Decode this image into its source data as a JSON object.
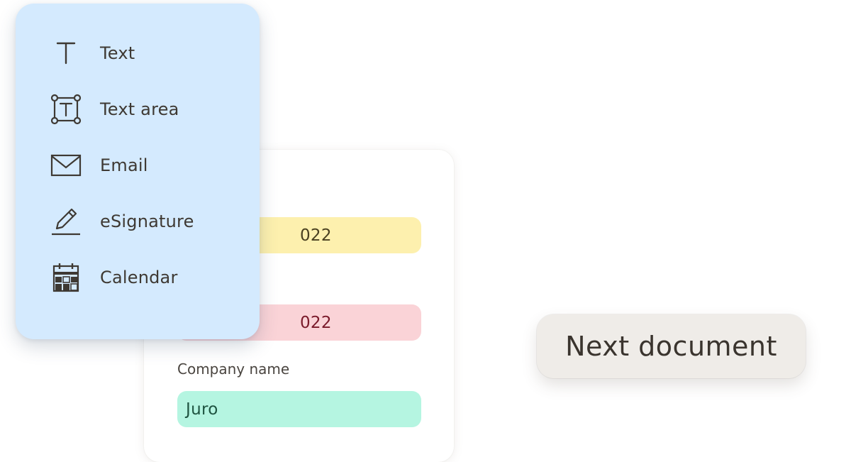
{
  "form": {
    "field1_value": "022",
    "field2_value": "022",
    "company_label": "Company name",
    "company_value": "Juro"
  },
  "menu": {
    "items": [
      {
        "label": "Text",
        "icon": "text-icon"
      },
      {
        "label": "Text area",
        "icon": "text-area-icon"
      },
      {
        "label": "Email",
        "icon": "email-icon"
      },
      {
        "label": "eSignature",
        "icon": "esignature-icon"
      },
      {
        "label": "Calendar",
        "icon": "calendar-icon"
      }
    ]
  },
  "next_button": {
    "label": "Next document"
  },
  "colors": {
    "menu_bg": "#d4eafe",
    "field_yellow": "#fdf0ae",
    "field_pink": "#fad3d7",
    "field_green": "#b5f5e1",
    "button_bg": "#efece8"
  }
}
